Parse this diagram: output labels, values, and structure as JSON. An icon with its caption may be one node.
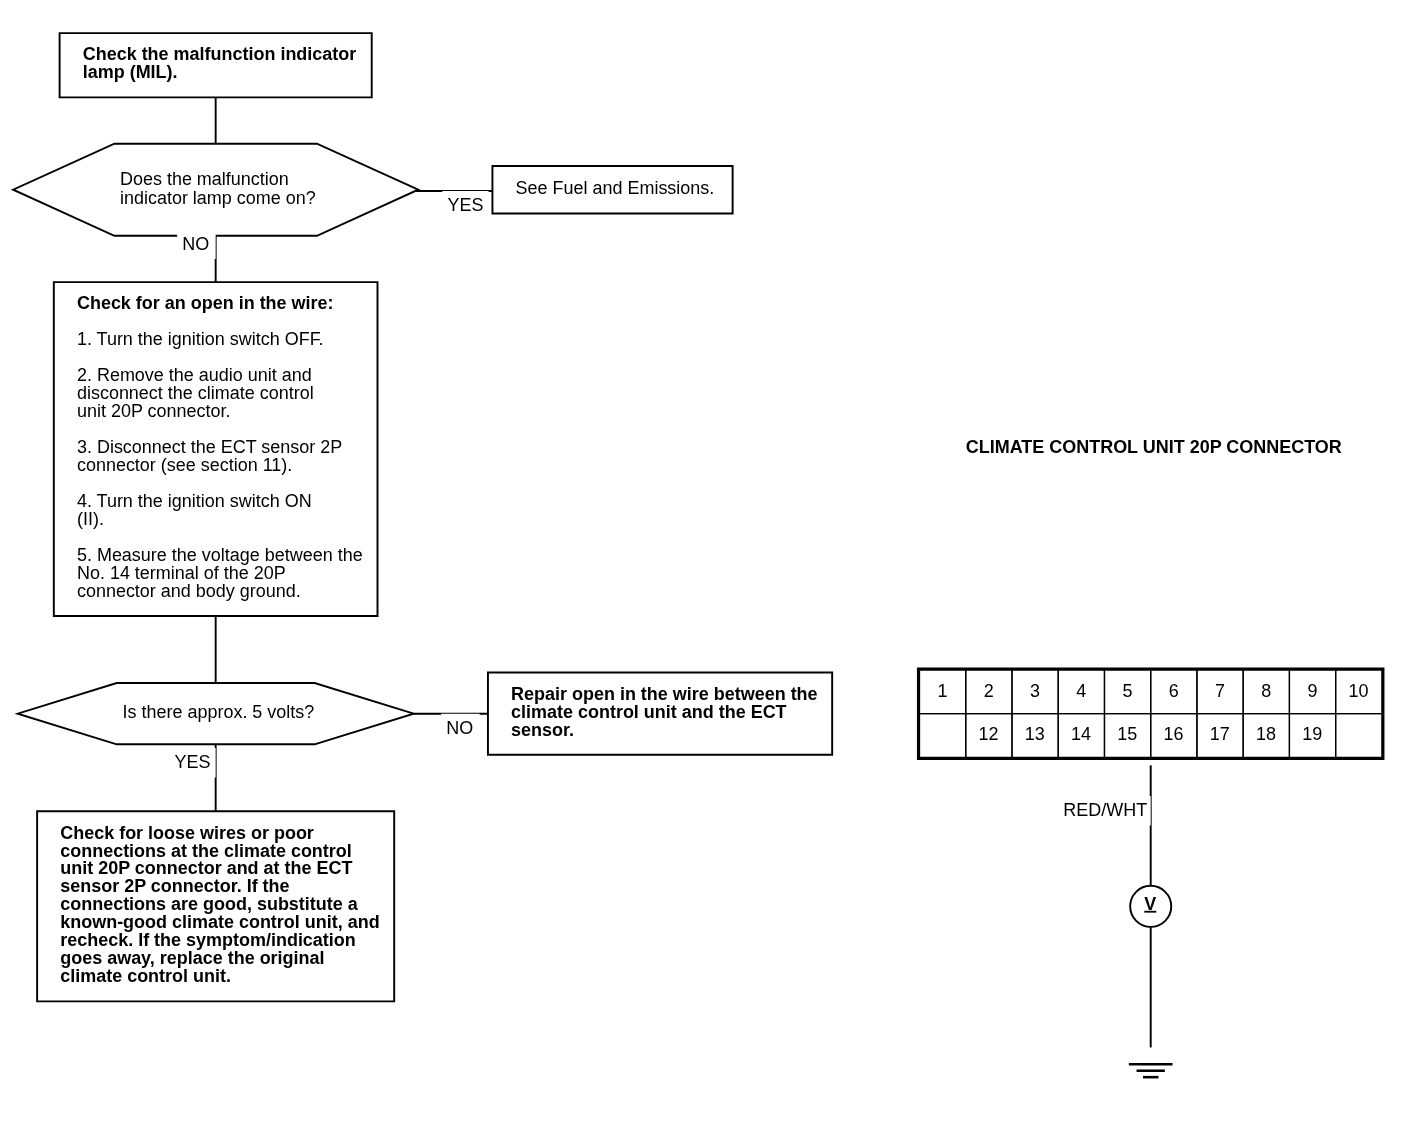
{
  "diagram": {
    "nodes": [
      {
        "text": [
          "Check the malfunction indicator lamp (MIL)."
        ]
      },
      {
        "text": [
          "Does the malfunction indicator lamp come on?"
        ]
      },
      {
        "text": [
          "See Fuel and Emissions."
        ]
      },
      {
        "text": [
          "Check for an open in the wire:",
          "1. Turn the ignition switch OFF.",
          "2. Remove the audio unit and disconnect the climate control unit 20P connector.",
          "3. Disconnect the ECT sensor 2P connector (see section 11).",
          "4. Turn the ignition switch ON (II).",
          "5. Measure the voltage between the No. 14 terminal of the 20P connector and body ground."
        ]
      },
      {
        "text": [
          "Is there approx. 5 volts?"
        ]
      },
      {
        "text": [
          "Repair open in the wire between the climate control unit and the ECT sensor."
        ]
      },
      {
        "text": [
          "Check for loose wires or poor connections at the climate control unit 20P connector and at the ECT sensor 2P connector. If the connections are good, substitute a known-good climate control unit, and recheck. If the symptom/indication goes away, replace the original climate control unit."
        ]
      },
      {
        "text": [
          "1",
          "2",
          "3",
          "4",
          "5",
          "6",
          "7",
          "8",
          "9",
          "10",
          "12",
          "13",
          "14",
          "15",
          "16",
          "17",
          "18",
          "19"
        ]
      },
      {
        "text": [
          "V"
        ]
      },
      {
        "text": [],
        "shape": "ground"
      }
    ],
    "edges": [
      {
        "from": 0,
        "to": 1,
        "arrow": "none"
      },
      {
        "from": 1,
        "to": 2,
        "arrow": "none",
        "label": "YES"
      },
      {
        "from": 1,
        "to": 3,
        "arrow": "none",
        "label": "NO"
      },
      {
        "from": 3,
        "to": 4,
        "arrow": "none"
      },
      {
        "from": 4,
        "to": 5,
        "arrow": "none",
        "label": "NO"
      },
      {
        "from": 4,
        "to": 6,
        "arrow": "none",
        "label": "YES"
      },
      {
        "from": 7,
        "to": 8,
        "arrow": "none",
        "label": "RED/WHT"
      },
      {
        "from": 8,
        "to": 9,
        "arrow": "none"
      }
    ],
    "labels": [
      "CLIMATE CONTROL UNIT 20P CONNECTOR"
    ]
  }
}
